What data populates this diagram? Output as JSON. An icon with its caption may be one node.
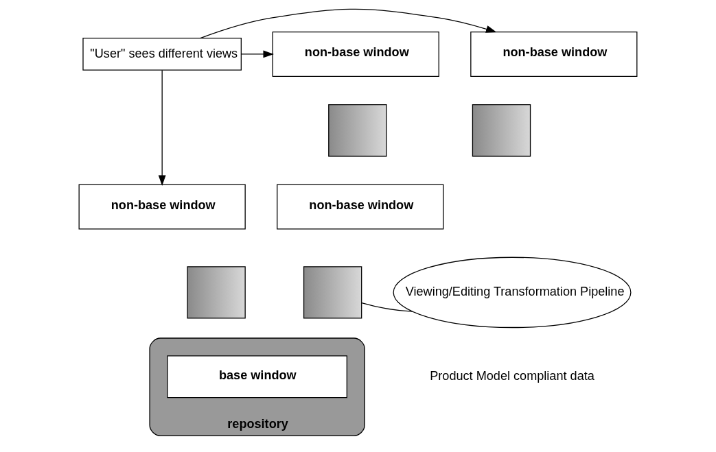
{
  "diagram": {
    "nodes": [
      {
        "text": [
          "\"User\" sees different views"
        ]
      },
      {
        "text": [
          "non-base window"
        ]
      },
      {
        "text": [
          "non-base window"
        ]
      },
      {
        "text": [],
        "shape": "box"
      },
      {
        "text": [],
        "shape": "box"
      },
      {
        "text": [
          "non-base window"
        ]
      },
      {
        "text": [
          "non-base window"
        ]
      },
      {
        "text": [],
        "shape": "box"
      },
      {
        "text": [],
        "shape": "box"
      },
      {
        "text": [
          "Viewing/Editing Transformation Pipeline"
        ]
      },
      {
        "text": [
          "repository"
        ]
      },
      {
        "text": [
          "base window"
        ],
        "in": 10
      }
    ],
    "edges": [
      {
        "from": 0,
        "to": 1,
        "arrow": "to"
      },
      {
        "from": 0,
        "to": 2,
        "arrow": "to"
      },
      {
        "from": 0,
        "to": 5,
        "arrow": "to"
      },
      {
        "from": 9,
        "to": 8,
        "arrow": "none"
      }
    ],
    "labels": [
      "Product Model compliant data"
    ]
  }
}
